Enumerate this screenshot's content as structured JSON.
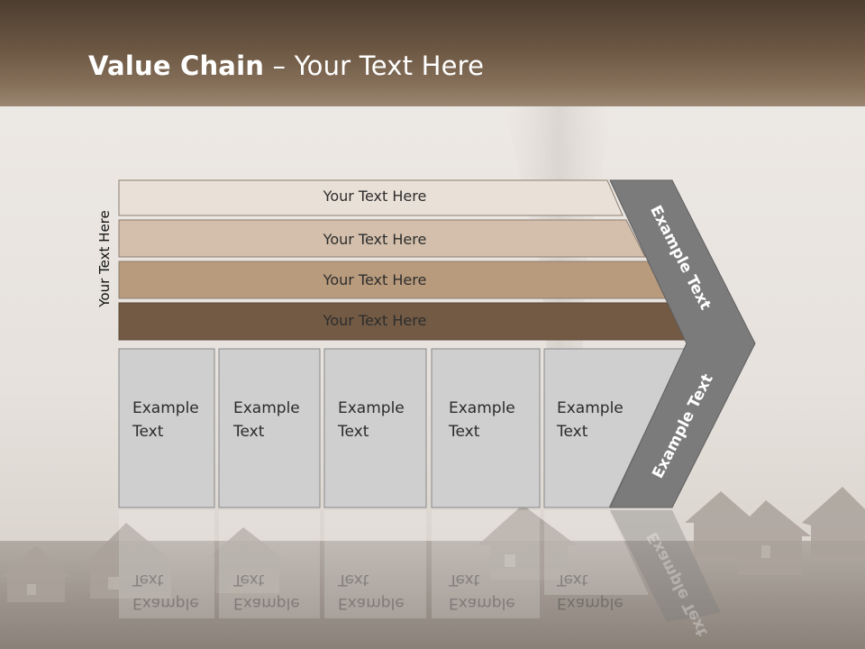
{
  "slide": {
    "title_bold": "Value Chain",
    "title_rest": " – Your Text Here",
    "side_label": "Your Text Here"
  },
  "support_activities": [
    {
      "label": "Your Text Here",
      "fill": "#e9e1d8"
    },
    {
      "label": "Your Text Here",
      "fill": "#d3bfab"
    },
    {
      "label": "Your Text Here",
      "fill": "#b89a7c"
    },
    {
      "label": "Your Text Here",
      "fill": "#725a44"
    }
  ],
  "primary_activities": [
    {
      "line1": "Example",
      "line2": "Text"
    },
    {
      "line1": "Example",
      "line2": "Text"
    },
    {
      "line1": "Example",
      "line2": "Text"
    },
    {
      "line1": "Example",
      "line2": "Text"
    },
    {
      "line1": "Example",
      "line2": "Text"
    }
  ],
  "margin_arrow": {
    "upper_label": "Example Text",
    "lower_label": "Example Text",
    "fill": "#7b7b7b"
  },
  "colors": {
    "header": "#6b5642",
    "cell_fill": "#cfcfcf",
    "cell_stroke": "#8a8a8a"
  }
}
